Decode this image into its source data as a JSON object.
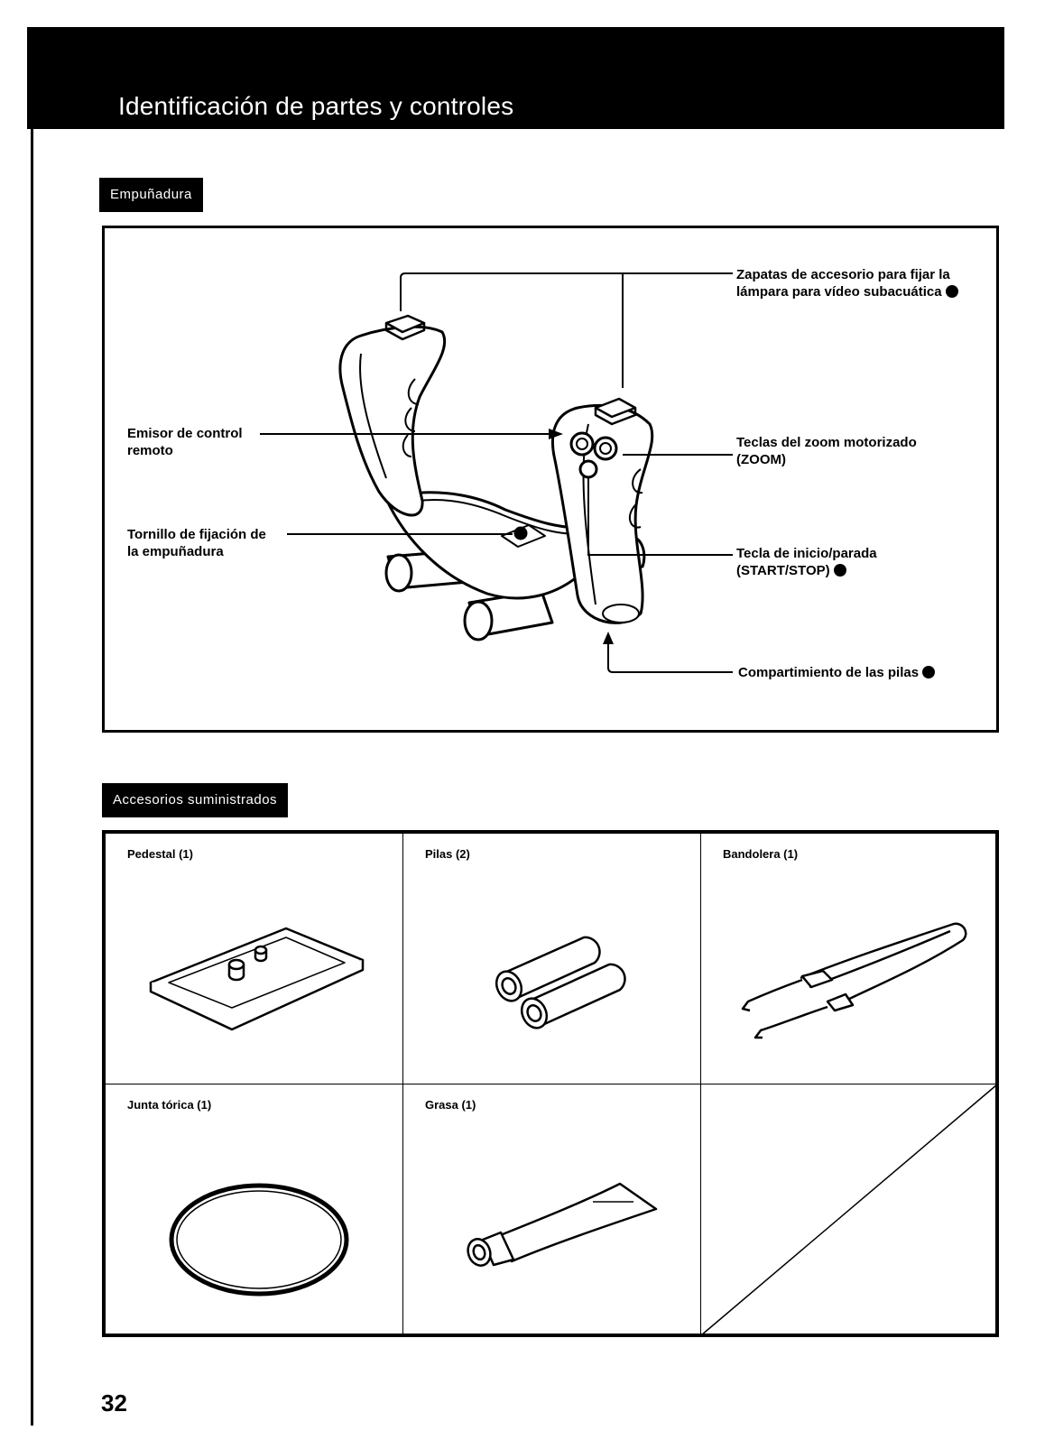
{
  "page": {
    "title": "Identificación de partes y controles",
    "number": "32"
  },
  "grip_section": {
    "heading": "Empuñadura",
    "callouts": {
      "shoes_line1": "Zapatas de accesorio para fijar la",
      "shoes_line2": "lámpara para vídeo subacuática",
      "emitter_line1": "Emisor de control",
      "emitter_line2": "remoto",
      "zoom_line1": "Teclas del zoom motorizado",
      "zoom_line2": "(ZOOM)",
      "screw_line1": "Tornillo de fijación de",
      "screw_line2": "la empuñadura",
      "startstop_line1": "Tecla de inicio/parada",
      "startstop_line2": "(START/STOP)",
      "battery": "Compartimiento de las pilas"
    }
  },
  "accessories_section": {
    "heading": "Accesorios suministrados",
    "items": [
      {
        "label": "Pedestal (1)",
        "icon": "pedestal-plate-icon"
      },
      {
        "label": "Pilas (2)",
        "icon": "batteries-icon"
      },
      {
        "label": "Bandolera (1)",
        "icon": "shoulder-strap-icon"
      },
      {
        "label": "Junta tórica (1)",
        "icon": "o-ring-icon"
      },
      {
        "label": "Grasa (1)",
        "icon": "grease-tube-icon"
      }
    ]
  }
}
